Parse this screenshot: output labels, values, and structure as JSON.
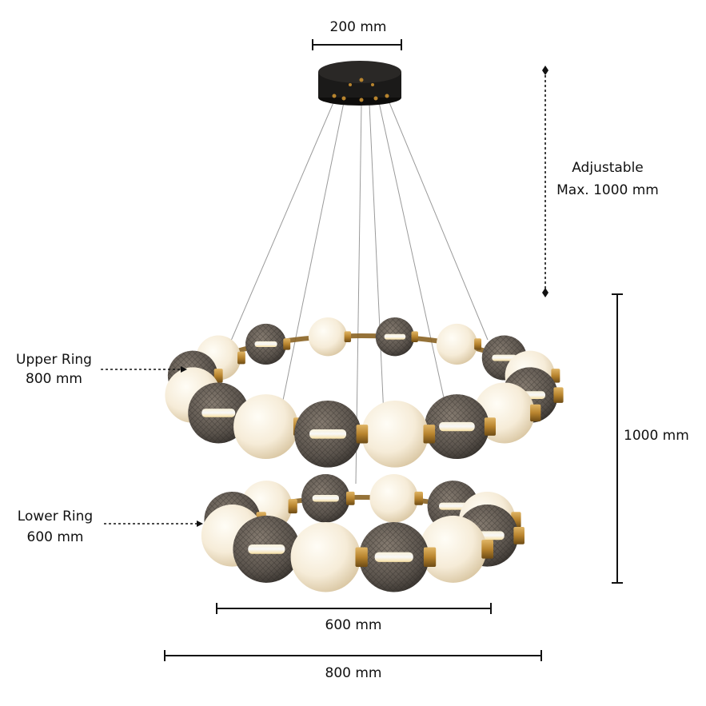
{
  "dimensions": {
    "canopy_width": "200 mm",
    "drop_line1": "Adjustable",
    "drop_line2": "Max. 1000 mm",
    "total_height": "1000 mm",
    "width_600": "600 mm",
    "width_800": "800 mm"
  },
  "rings": {
    "upper_title": "Upper Ring",
    "upper_size": "800 mm",
    "lower_title": "Lower Ring",
    "lower_size": "600 mm"
  },
  "colors": {
    "canopy": "#1b1a19",
    "brass": "#b8842e",
    "opal_glass": "#f6ecd8",
    "smoked_glass": "#5a534c",
    "led_glow": "#fff1c8",
    "dimension_line": "#111111",
    "cable": "#9a9a9a"
  }
}
